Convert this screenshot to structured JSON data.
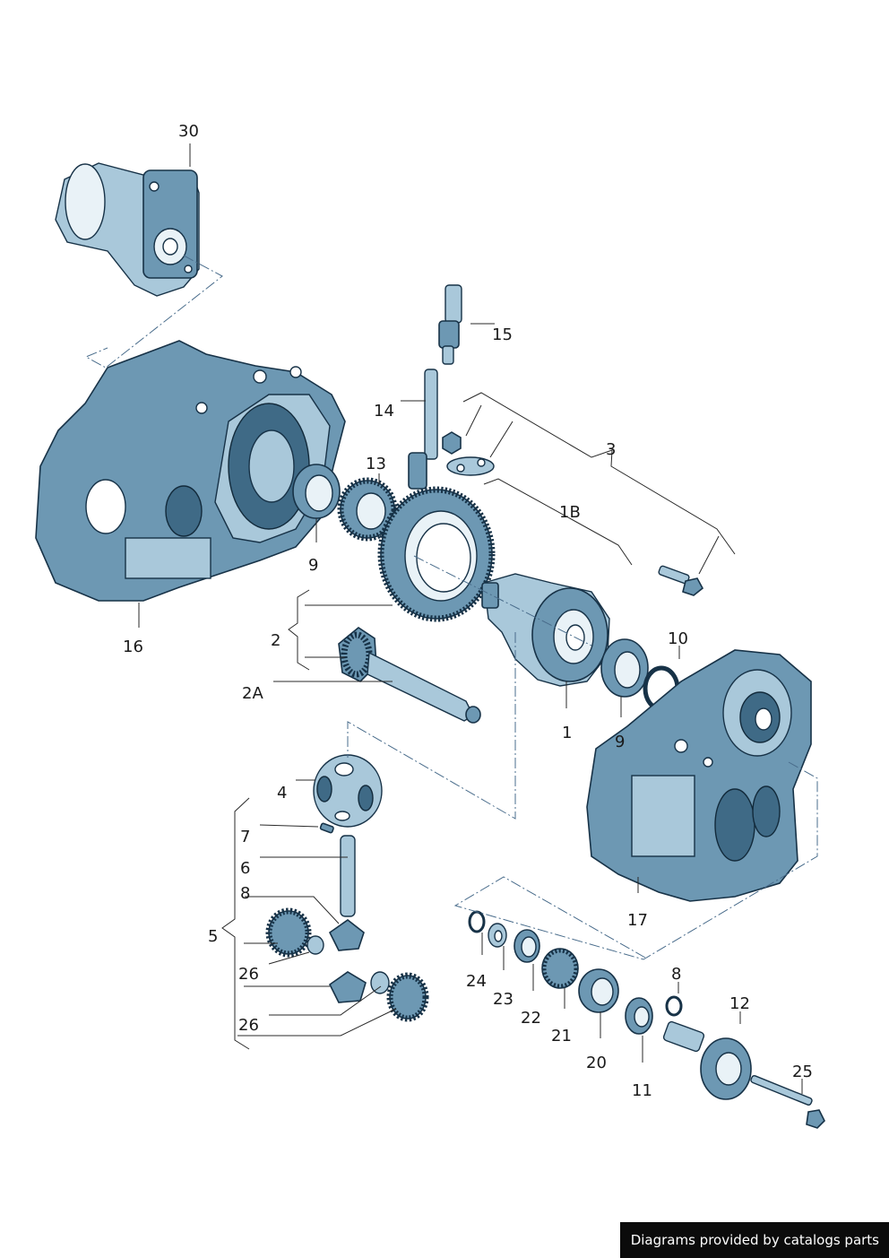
{
  "credit": "Diagrams provided by catalogs parts",
  "labels": {
    "p30": "30",
    "p15": "15",
    "p14": "14",
    "p3": "3",
    "p13": "13",
    "p1B": "1B",
    "p9a": "9",
    "p16": "16",
    "p2": "2",
    "p2A": "2A",
    "p10": "10",
    "p1": "1",
    "p9b": "9",
    "p4": "4",
    "p7": "7",
    "p6": "6",
    "p8a": "8",
    "p5": "5",
    "p26a": "26",
    "p26b": "26",
    "p17": "17",
    "p24": "24",
    "p23": "23",
    "p22": "22",
    "p21": "21",
    "p20": "20",
    "p11": "11",
    "p8b": "8",
    "p12": "12",
    "p25": "25"
  }
}
